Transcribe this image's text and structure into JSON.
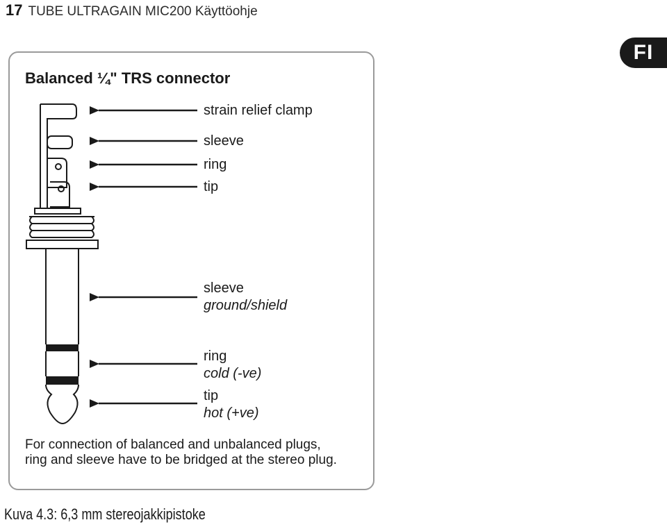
{
  "header": {
    "page_number": "17",
    "doc_title": "TUBE ULTRAGAIN MIC200 Käyttöohje"
  },
  "language_tab": "FI",
  "figure": {
    "title": "Balanced ¼\" TRS connector",
    "labels": {
      "strain_relief": "strain relief clamp",
      "sleeve_top": "sleeve",
      "ring_top": "ring",
      "tip_top": "tip",
      "sleeve_main": "sleeve",
      "sleeve_sub": "ground/shield",
      "ring_main": "ring",
      "ring_sub": "cold (-ve)",
      "tip_main": "tip",
      "tip_sub": "hot (+ve)"
    },
    "note_line1": "For connection of balanced and unbalanced plugs,",
    "note_line2": "ring and sleeve have to be bridged at the stereo plug."
  },
  "caption": "Kuva 4.3: 6,3 mm stereojakkipistoke"
}
